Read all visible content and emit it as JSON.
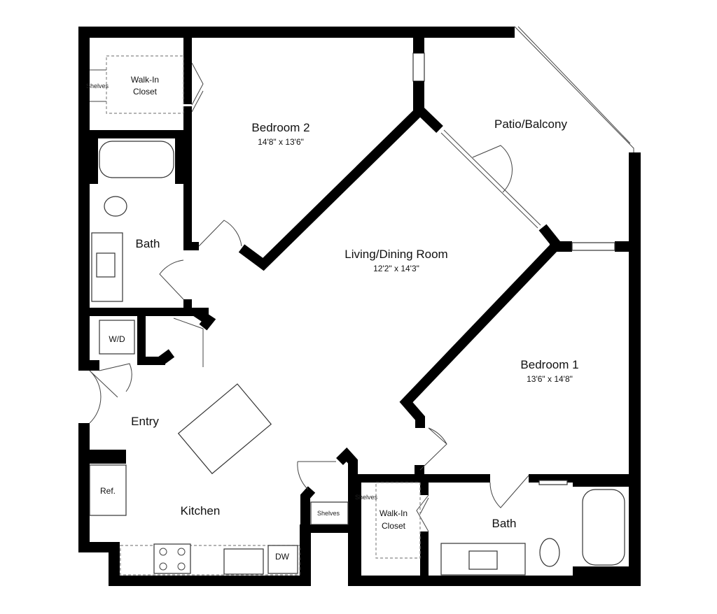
{
  "rooms": {
    "bedroom2": {
      "name": "Bedroom 2",
      "size": "14'8\" x 13'6\""
    },
    "living": {
      "name": "Living/Dining Room",
      "size": "12'2\" x 14'3\""
    },
    "bedroom1": {
      "name": "Bedroom 1",
      "size": "13'6\" x 14'8\""
    },
    "patio": {
      "name": "Patio/Balcony"
    },
    "bath2": {
      "name": "Bath"
    },
    "bath1": {
      "name": "Bath"
    },
    "closet2": {
      "line1": "Walk-In",
      "line2": "Closet"
    },
    "closet1": {
      "line1": "Walk-In",
      "line2": "Closet"
    },
    "entry": {
      "name": "Entry"
    },
    "kitchen": {
      "name": "Kitchen"
    }
  },
  "fixtures": {
    "shelves_closet2": "Shelves",
    "shelves_closet1": "Shelves",
    "shelves_pantry": "Shelves",
    "washer_dryer": "W/D",
    "refrigerator": "Ref.",
    "dishwasher": "DW"
  }
}
